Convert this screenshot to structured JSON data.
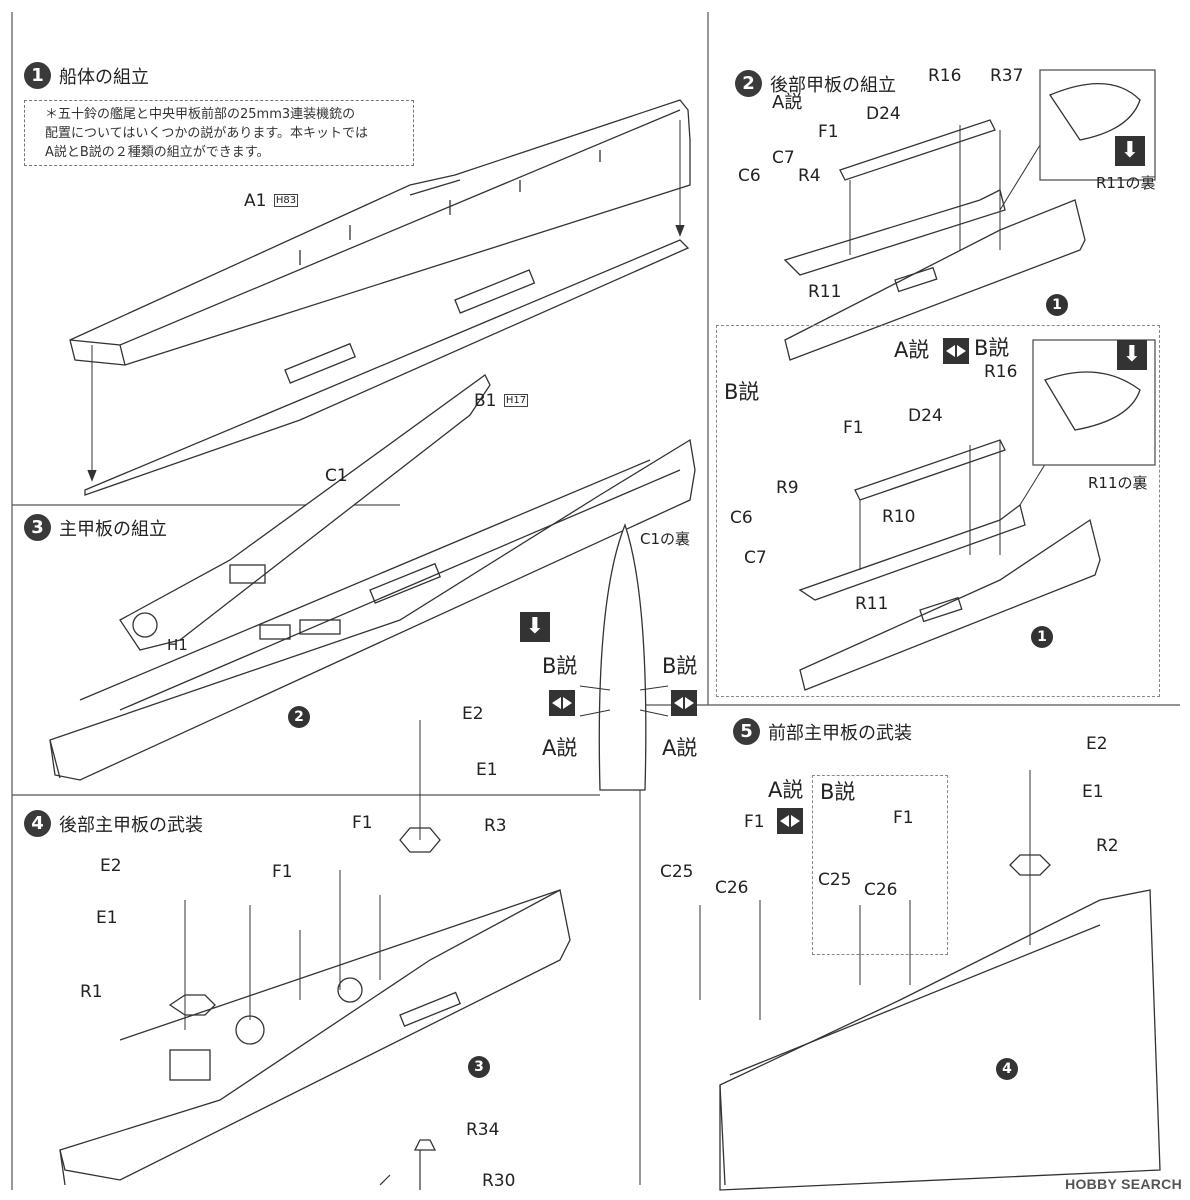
{
  "step1": {
    "num": "1",
    "title": "船体の組立",
    "note_line1": "＊五十鈴の艦尾と中央甲板前部の25mm3連装機銃の",
    "note_line2": "配置についてはいくつかの説があります。本キットでは",
    "note_line3": "A説とB説の２種類の組立ができます。",
    "part_a1": "A1",
    "part_a1_sub": "H",
    "part_a1_subnum": "83",
    "part_b1": "B1",
    "part_b1_sub": "H",
    "part_b1_subnum": "17"
  },
  "step2": {
    "num": "2",
    "title": "後部甲板の組立",
    "variant": "A説",
    "parts": {
      "r16": "R16",
      "r37": "R37",
      "d24": "D24",
      "f1": "F1",
      "c7": "C7",
      "r4": "R4",
      "c6": "C6",
      "r11": "R11"
    },
    "back_label": "R11の裏",
    "ref": "1"
  },
  "switch_ab": {
    "a": "A説",
    "b": "B説"
  },
  "step2b": {
    "variant": "B説",
    "parts": {
      "r16": "R16",
      "d24": "D24",
      "f1": "F1",
      "r9": "R9",
      "r10": "R10",
      "c6": "C6",
      "c7": "C7",
      "r11": "R11"
    },
    "back_label": "R11の裏",
    "ref": "1"
  },
  "step3": {
    "num": "3",
    "title": "主甲板の組立",
    "part_c1": "C1",
    "part_h1": "H1",
    "ref": "2",
    "back_label": "C1の裏",
    "b_left": "B説",
    "b_right": "B説",
    "a_left": "A説",
    "a_right": "A説"
  },
  "step4": {
    "num": "4",
    "title": "後部主甲板の武装",
    "parts": {
      "e2": "E2",
      "e1": "E1",
      "f1a": "F1",
      "f1b": "F1",
      "r1": "R1"
    },
    "ref": "3"
  },
  "turret_top": {
    "e2": "E2",
    "e1": "E1",
    "r3": "R3"
  },
  "step5": {
    "num": "5",
    "title": "前部主甲板の武装",
    "variant_a": "A説",
    "variant_b": "B説",
    "parts": {
      "f1a": "F1",
      "c25a": "C25",
      "c26a": "C26",
      "f1b": "F1",
      "c25b": "C25",
      "c26b": "C26",
      "e2": "E2",
      "e1": "E1",
      "r2": "R2"
    },
    "ref": "4"
  },
  "bottom": {
    "r34": "R34",
    "r30": "R30"
  },
  "watermark": "HOBBY SEARCH",
  "icons": {
    "glue": "glue-icon",
    "switch": "ab-switch-icon",
    "ref_circle": "step-reference-icon"
  }
}
